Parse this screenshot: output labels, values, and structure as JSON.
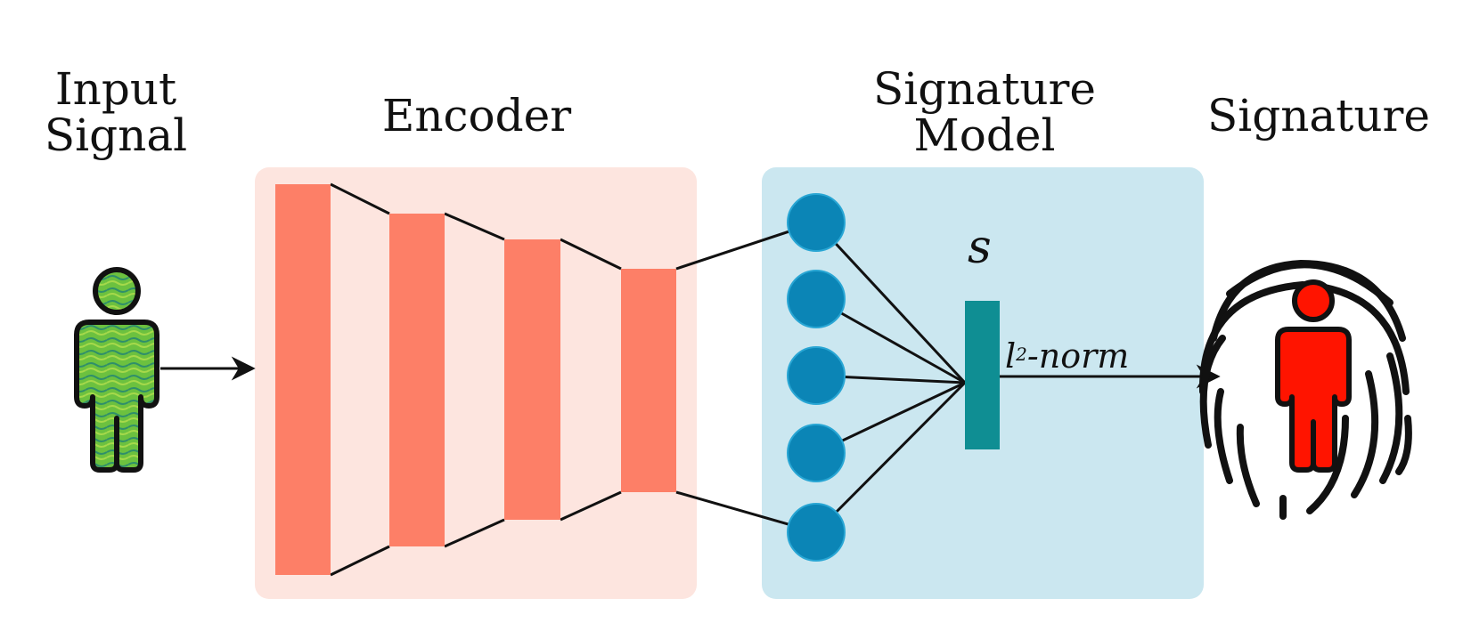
{
  "labels": {
    "input_line1": "Input",
    "input_line2": "Signal",
    "encoder": "Encoder",
    "signature_model_line1": "Signature",
    "signature_model_line2": "Model",
    "signature": "Signature"
  },
  "math": {
    "s": "s",
    "norm_base": "l",
    "norm_sup": "2",
    "norm_rest": "-norm"
  },
  "colors": {
    "encoder_panel": "#fde5df",
    "encoder_layer": "#fd7f67",
    "model_panel": "#cbe7f0",
    "neuron": "#0b85b6",
    "signature_vector": "#0f8e93",
    "input_figure": "#5fb83a",
    "output_figure": "#ff1400",
    "line": "#111111"
  },
  "icons": {
    "input": "person-waveform-icon",
    "output": "fingerprint-person-icon"
  }
}
